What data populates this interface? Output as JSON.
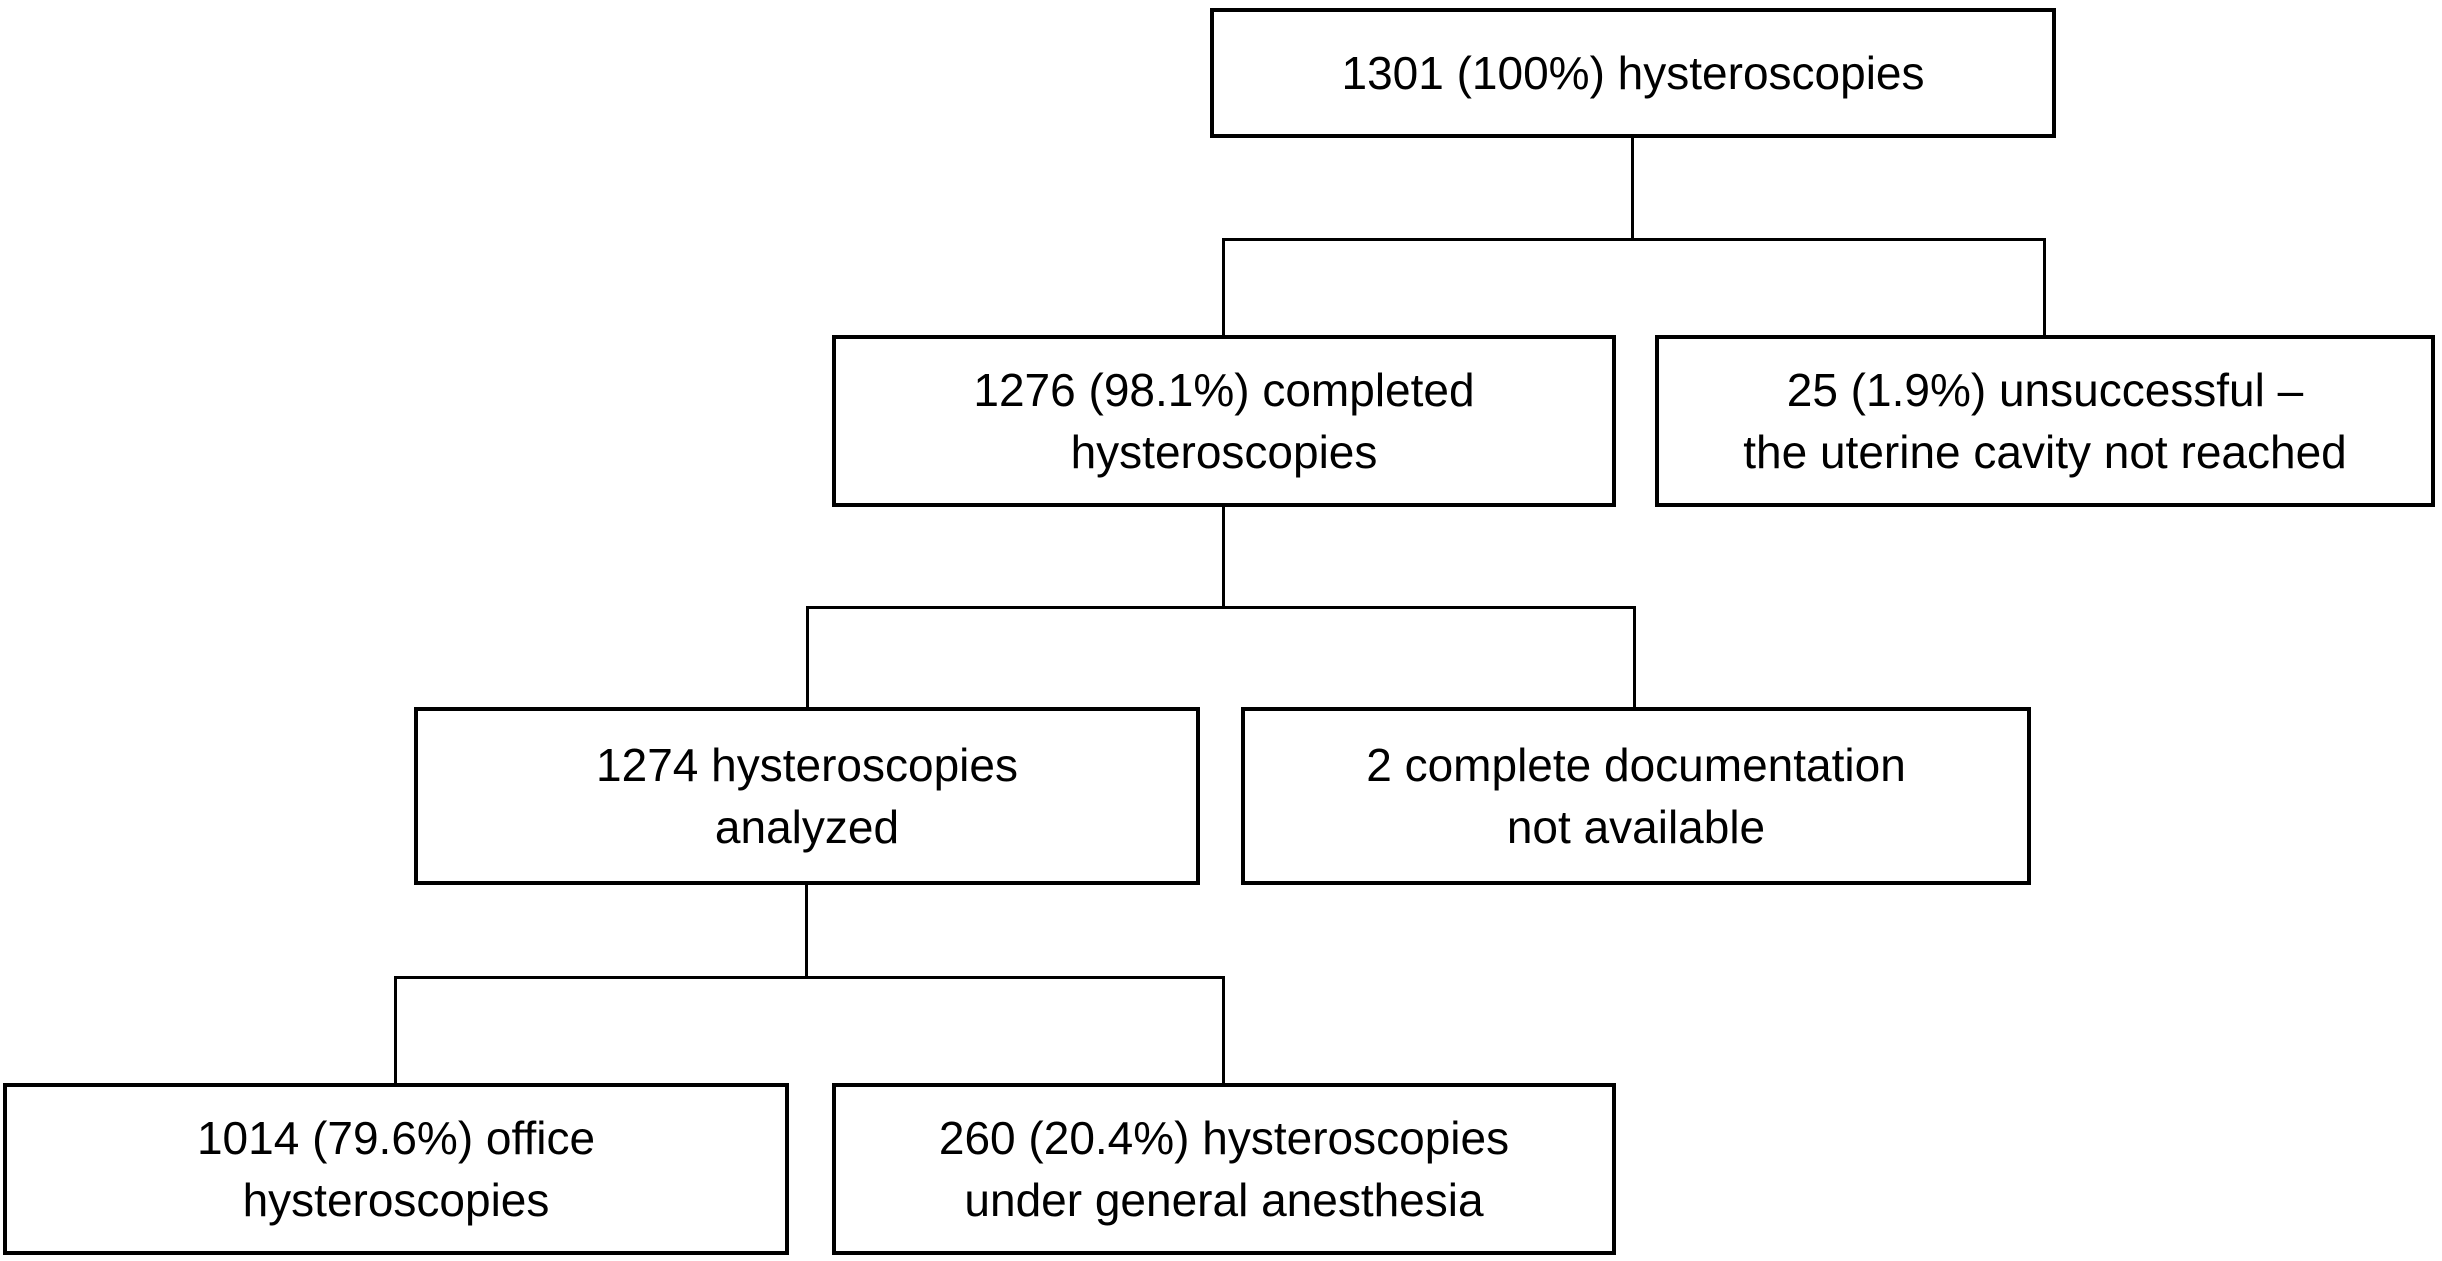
{
  "diagram": {
    "type": "flowchart",
    "background_color": "#ffffff",
    "box_border_color": "#000000",
    "line_color": "#000000",
    "text_color": "#000000",
    "nodes": [
      {
        "id": "total",
        "label": "1301 (100%) hysteroscopies"
      },
      {
        "id": "completed",
        "label": "1276 (98.1%) completed\nhysteroscopies"
      },
      {
        "id": "unsuccessful",
        "label": "25 (1.9%) unsuccessful –\nthe uterine cavity not reached"
      },
      {
        "id": "analyzed",
        "label": "1274 hysteroscopies\nanalyzed"
      },
      {
        "id": "documentation",
        "label": "2 complete documentation\nnot available"
      },
      {
        "id": "office",
        "label": "1014 (79.6%) office\nhysteroscopies"
      },
      {
        "id": "anesthesia",
        "label": "260 (20.4%) hysteroscopies\nunder general anesthesia"
      }
    ],
    "edges": [
      {
        "from": "total",
        "to": "completed"
      },
      {
        "from": "total",
        "to": "unsuccessful"
      },
      {
        "from": "completed",
        "to": "analyzed"
      },
      {
        "from": "completed",
        "to": "documentation"
      },
      {
        "from": "analyzed",
        "to": "office"
      },
      {
        "from": "analyzed",
        "to": "anesthesia"
      }
    ]
  }
}
